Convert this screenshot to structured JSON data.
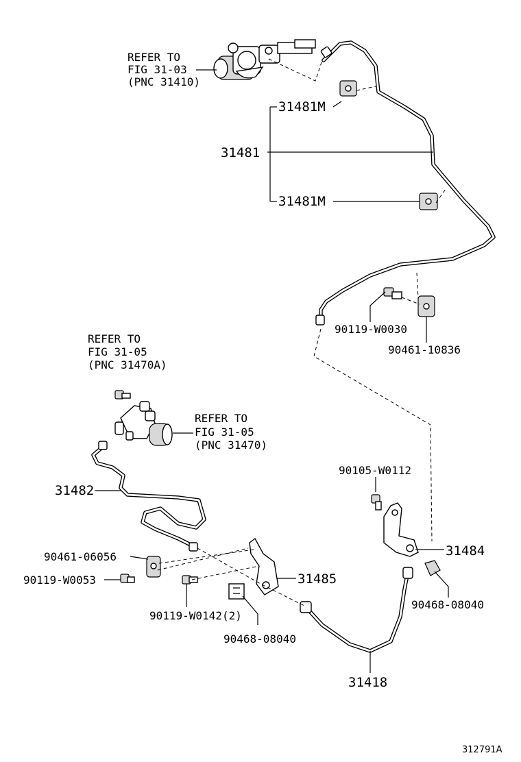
{
  "labels": {
    "ref_top_1": "REFER TO",
    "ref_top_2": "FIG 31-03",
    "ref_top_3": "(PNC 31410)",
    "p31481m_a": "31481M",
    "p31481": "31481",
    "p31481m_b": "31481M",
    "p90119_w0030": "90119-W0030",
    "p90461_10836": "90461-10836",
    "ref_mid_1": "REFER TO",
    "ref_mid_2": "FIG 31-05",
    "ref_mid_3": "(PNC 31470A)",
    "ref_right_1": "REFER TO",
    "ref_right_2": "FIG 31-05",
    "ref_right_3": "(PNC 31470)",
    "p31482": "31482",
    "p90105_w0112": "90105-W0112",
    "p31484": "31484",
    "p90461_06056": "90461-06056",
    "p90119_w0053": "90119-W0053",
    "p31485": "31485",
    "p90468_08040_r": "90468-08040",
    "p90119_w0142": "90119-W0142(2)",
    "p90468_08040_l": "90468-08040",
    "p31418": "31418",
    "figure_id": "312791A"
  }
}
